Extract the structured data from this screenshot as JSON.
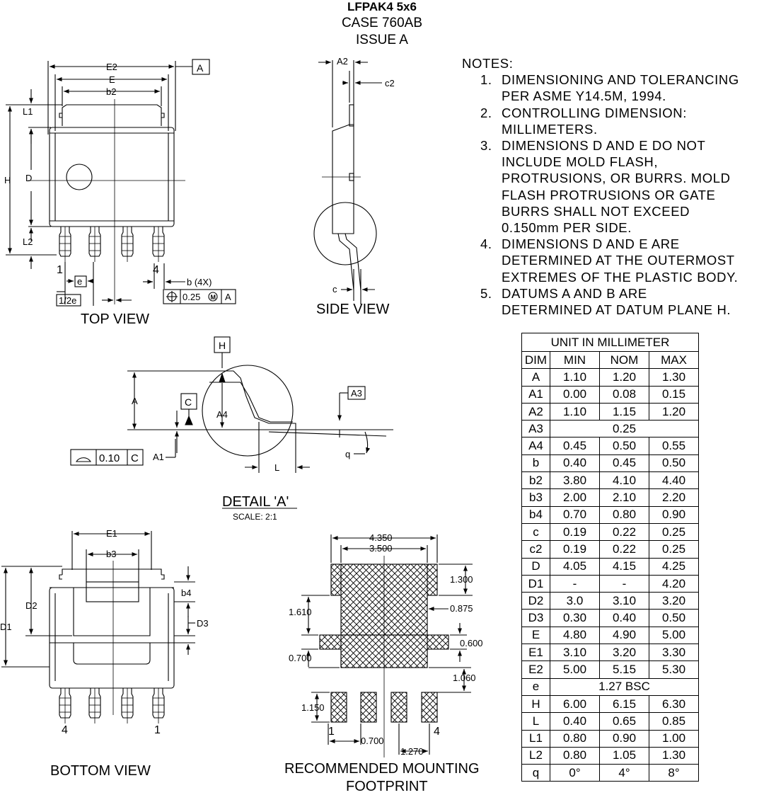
{
  "header": {
    "part": "LFPAK4 5x6",
    "case": "CASE 760AB",
    "issue": "ISSUE A"
  },
  "notes": {
    "title": "NOTES:",
    "items": [
      {
        "num": "1.",
        "lines": [
          "DIMENSIONING AND TOLERANCING",
          "PER ASME Y14.5M, 1994."
        ]
      },
      {
        "num": "2.",
        "lines": [
          "CONTROLLING DIMENSION:",
          "MILLIMETERS."
        ]
      },
      {
        "num": "3.",
        "lines": [
          "DIMENSIONS D AND E DO NOT",
          "INCLUDE MOLD FLASH,",
          "PROTRUSIONS, OR BURRS. MOLD",
          "FLASH PROTRUSIONS OR GATE",
          "BURRS SHALL NOT EXCEED",
          "0.150mm PER SIDE."
        ]
      },
      {
        "num": "4.",
        "lines": [
          "DIMENSIONS D AND E ARE",
          "DETERMINED AT THE OUTERMOST",
          "EXTREMES OF THE PLASTIC BODY."
        ]
      },
      {
        "num": "5.",
        "lines": [
          "DATUMS A AND B ARE",
          "DETERMINED AT DATUM PLANE H."
        ]
      }
    ]
  },
  "table": {
    "caption": "UNIT IN MILLIMETER",
    "headers": [
      "DIM",
      "MIN",
      "NOM",
      "MAX"
    ],
    "rows": [
      [
        "A",
        "1.10",
        "1.20",
        "1.30"
      ],
      [
        "A1",
        "0.00",
        "0.08",
        "0.15"
      ],
      [
        "A2",
        "1.10",
        "1.15",
        "1.20"
      ],
      [
        "A3",
        "0.25"
      ],
      [
        "A4",
        "0.45",
        "0.50",
        "0.55"
      ],
      [
        "b",
        "0.40",
        "0.45",
        "0.50"
      ],
      [
        "b2",
        "3.80",
        "4.10",
        "4.40"
      ],
      [
        "b3",
        "2.00",
        "2.10",
        "2.20"
      ],
      [
        "b4",
        "0.70",
        "0.80",
        "0.90"
      ],
      [
        "c",
        "0.19",
        "0.22",
        "0.25"
      ],
      [
        "c2",
        "0.19",
        "0.22",
        "0.25"
      ],
      [
        "D",
        "4.05",
        "4.15",
        "4.25"
      ],
      [
        "D1",
        "-",
        "-",
        "4.20"
      ],
      [
        "D2",
        "3.0",
        "3.10",
        "3.20"
      ],
      [
        "D3",
        "0.30",
        "0.40",
        "0.50"
      ],
      [
        "E",
        "4.80",
        "4.90",
        "5.00"
      ],
      [
        "E1",
        "3.10",
        "3.20",
        "3.30"
      ],
      [
        "E2",
        "5.00",
        "5.15",
        "5.30"
      ],
      [
        "e",
        "1.27 BSC"
      ],
      [
        "H",
        "6.00",
        "6.15",
        "6.30"
      ],
      [
        "L",
        "0.40",
        "0.65",
        "0.85"
      ],
      [
        "L1",
        "0.80",
        "0.90",
        "1.00"
      ],
      [
        "L2",
        "0.80",
        "1.05",
        "1.30"
      ],
      [
        "q",
        "0°",
        "4°",
        "8°"
      ]
    ]
  },
  "top_view": {
    "title": "TOP VIEW",
    "labels": {
      "E2": "E2",
      "E": "E",
      "b2": "b2",
      "A": "A",
      "L1": "L1",
      "H": "H",
      "D": "D",
      "L2": "L2",
      "pin1": "1",
      "pin4": "4",
      "e": "e",
      "half_e": "1/2e",
      "b4x": "b (4X)",
      "tol": "0.25",
      "datum": "A"
    }
  },
  "side_view": {
    "title": "SIDE VIEW",
    "labels": {
      "A2": "A2",
      "c2": "c2",
      "c": "c"
    }
  },
  "detail": {
    "title": "DETAIL 'A'",
    "scale": "SCALE: 2:1",
    "labels": {
      "H": "H",
      "A": "A",
      "C": "C",
      "A4": "A4",
      "A3": "A3",
      "A1": "A1",
      "L": "L",
      "q": "q",
      "flat": "0.10",
      "flat_datum": "C"
    }
  },
  "bottom_view": {
    "title": "BOTTOM VIEW",
    "labels": {
      "E1": "E1",
      "b3": "b3",
      "b4": "b4",
      "D2": "D2",
      "D1": "D1",
      "D3": "D3",
      "pin4": "4",
      "pin1": "1"
    }
  },
  "footprint": {
    "title_line1": "RECOMMENDED MOUNTING",
    "title_line2": "FOOTPRINT",
    "labels": {
      "w1": "4.350",
      "w2": "3.500",
      "h1": "1.300",
      "h2": "1.610",
      "h3": "0.875",
      "h4": "0.600",
      "h5": "0.700",
      "h6": "1.060",
      "h7": "1.150",
      "w3": "0.700",
      "w4": "1.270",
      "pin1": "1",
      "pin4": "4"
    }
  }
}
